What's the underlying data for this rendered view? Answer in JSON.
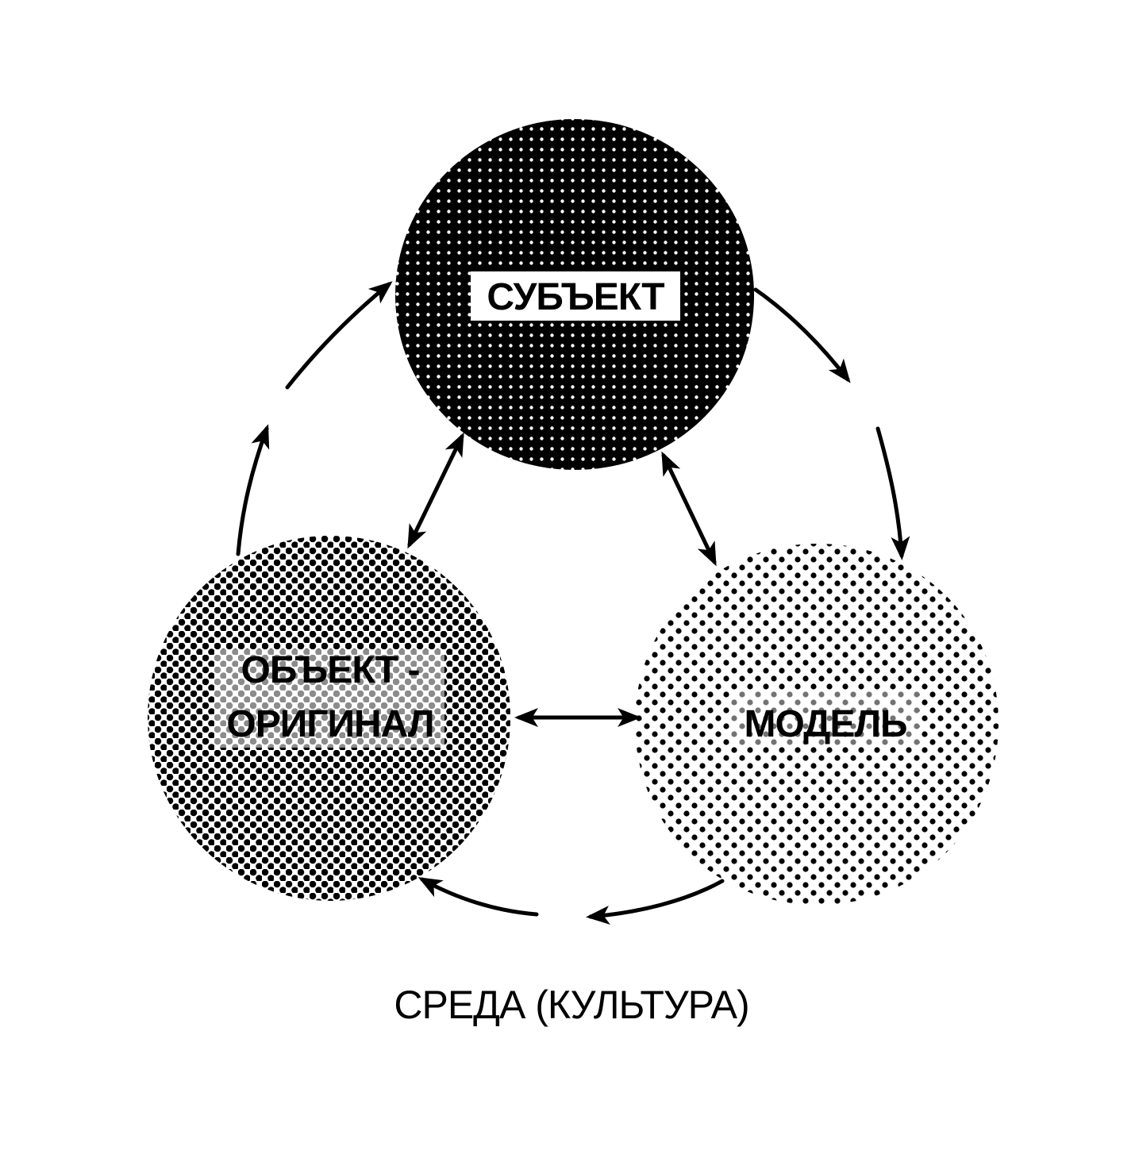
{
  "nodes": {
    "subject": {
      "label": "СУБЪЕКТ"
    },
    "object": {
      "label_line1": "ОБЪЕКТ -",
      "label_line2": "ОРИГИНАЛ"
    },
    "model": {
      "label": "МОДЕЛЬ"
    }
  },
  "environment": {
    "label": "СРЕДА (КУЛЬТУРА)"
  },
  "colors": {
    "ink": "#000000",
    "paper": "#ffffff"
  }
}
